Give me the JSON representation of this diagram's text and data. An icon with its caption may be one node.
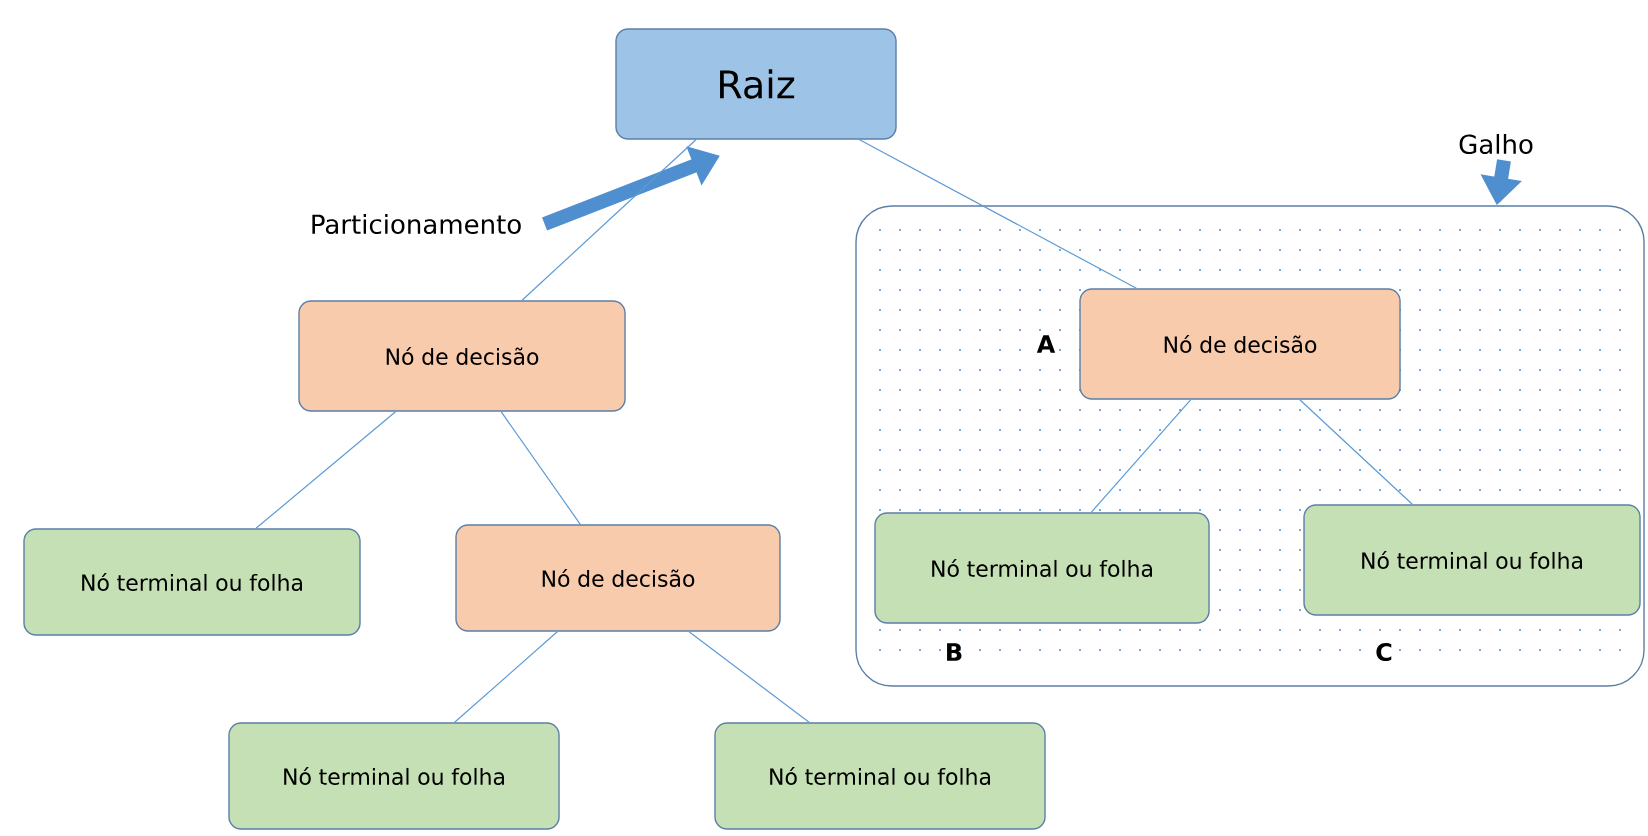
{
  "diagram": {
    "nodes": [
      {
        "text": [
          "Raiz"
        ]
      },
      {
        "text": [
          "Particionamento"
        ]
      },
      {
        "text": [
          "Galho"
        ]
      },
      {
        "text": [],
        "shape": "box"
      },
      {
        "text": [
          "Nó de decisão"
        ],
        "in": 3,
        "beside": [
          "A"
        ]
      },
      {
        "text": [
          "Nó de decisão"
        ]
      },
      {
        "text": [
          "Nó terminal ou folha"
        ],
        "in": 3,
        "beside": [
          "B"
        ]
      },
      {
        "text": [
          "Nó terminal ou folha"
        ],
        "in": 3,
        "beside": [
          "C"
        ]
      },
      {
        "text": [
          "Nó terminal ou folha"
        ]
      },
      {
        "text": [
          "Nó de decisão"
        ]
      },
      {
        "text": [
          "Nó terminal ou folha"
        ]
      },
      {
        "text": [
          "Nó terminal ou folha"
        ]
      }
    ],
    "edges": [
      {
        "from": 1,
        "to": 0,
        "arrow": "to",
        "style": "thick"
      },
      {
        "from": 2,
        "to": 3,
        "arrow": "to",
        "style": "thick"
      },
      {
        "from": 0,
        "to": 5,
        "arrow": "none"
      },
      {
        "from": 0,
        "to": 4,
        "arrow": "none"
      },
      {
        "from": 4,
        "to": 6,
        "arrow": "none"
      },
      {
        "from": 4,
        "to": 7,
        "arrow": "none"
      },
      {
        "from": 5,
        "to": 8,
        "arrow": "none"
      },
      {
        "from": 5,
        "to": 9,
        "arrow": "none"
      },
      {
        "from": 9,
        "to": 10,
        "arrow": "none"
      },
      {
        "from": 9,
        "to": 11,
        "arrow": "none"
      }
    ]
  }
}
